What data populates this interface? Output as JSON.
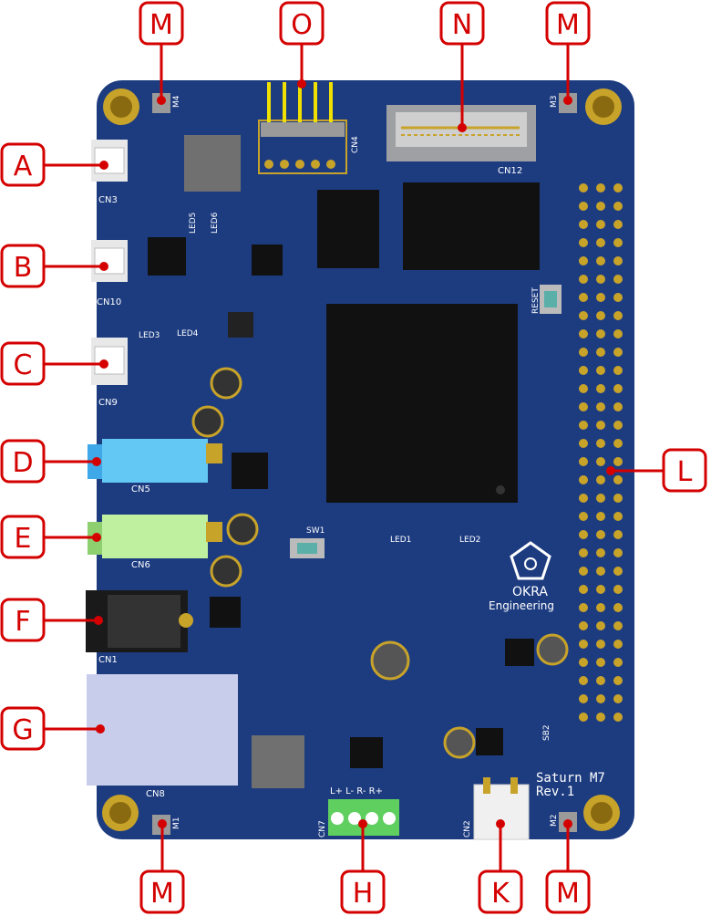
{
  "colors": {
    "board": "#1d3c80",
    "callout": "#d40000",
    "gold": "#c8a32a",
    "silk": "#ffffff"
  },
  "callouts": {
    "M_tl": "M",
    "O": "O",
    "N": "N",
    "M_tr": "M",
    "A": "A",
    "B": "B",
    "C": "C",
    "D": "D",
    "E": "E",
    "F": "F",
    "G": "G",
    "L": "L",
    "M_bl": "M",
    "H": "H",
    "K": "K",
    "M_br": "M"
  },
  "silkscreen": {
    "cn3": "CN3",
    "cn10": "CN10",
    "cn9": "CN9",
    "cn5": "CN5",
    "cn6": "CN6",
    "cn1": "CN1",
    "cn8": "CN8",
    "cn7": "CN7",
    "cn2": "CN2",
    "cn12": "CN12",
    "cn4": "CN4",
    "m1": "M1",
    "m2": "M2",
    "m3": "M3",
    "m4": "M4",
    "led1": "LED1",
    "led2": "LED2",
    "led3": "LED3",
    "led4": "LED4",
    "led5": "LED5",
    "led6": "LED6",
    "sw1": "SW1",
    "reset": "RESET",
    "sb2": "SB2",
    "audio_pins": "L+ L- R- R+",
    "brand_1": "OKRA",
    "brand_2": "Engineering",
    "product_1": "Saturn M7",
    "product_2": "Rev.1"
  },
  "icons": [
    "pentagon-flower-logo-icon"
  ]
}
